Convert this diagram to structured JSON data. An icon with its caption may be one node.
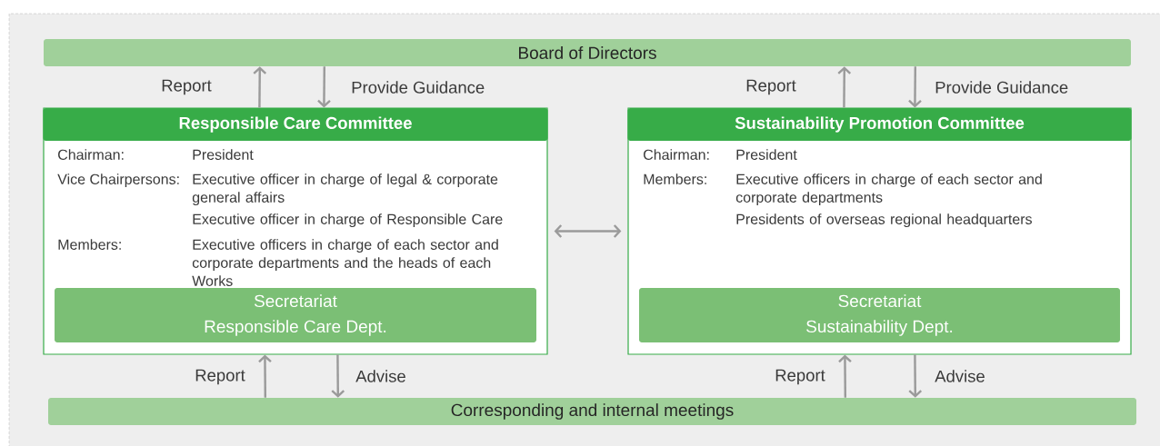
{
  "diagram": {
    "nodes": [
      {
        "text": [
          "Board of Directors"
        ]
      },
      {
        "text": [
          "Responsible Care Committee",
          "Chairman:",
          "President",
          "Vice Chairpersons:",
          "Executive officer in charge of legal & corporate general affairs",
          "Executive officer in charge of Responsible Care",
          "Members:",
          "Executive officers in charge of each sector and corporate departments and the heads of each Works"
        ]
      },
      {
        "text": [
          "Secretariat",
          "Responsible Care Dept."
        ],
        "in": 1
      },
      {
        "text": [
          "Sustainability Promotion Committee",
          "Chairman:",
          "President",
          "Members:",
          "Executive officers in charge of each sector and corporate departments",
          "Presidents of overseas regional headquarters"
        ]
      },
      {
        "text": [
          "Secretariat",
          "Sustainability Dept."
        ],
        "in": 3
      },
      {
        "text": [
          "Corresponding and internal meetings"
        ]
      }
    ],
    "edges": [
      {
        "from": 1,
        "to": 0,
        "arrow": "to",
        "label": "Report"
      },
      {
        "from": 0,
        "to": 1,
        "arrow": "to",
        "label": "Provide Guidance"
      },
      {
        "from": 3,
        "to": 0,
        "arrow": "to",
        "label": "Report"
      },
      {
        "from": 0,
        "to": 3,
        "arrow": "to",
        "label": "Provide Guidance"
      },
      {
        "from": 1,
        "to": 3,
        "arrow": "both"
      },
      {
        "from": 5,
        "to": 1,
        "arrow": "to",
        "label": "Report"
      },
      {
        "from": 1,
        "to": 5,
        "arrow": "to",
        "label": "Advise"
      },
      {
        "from": 5,
        "to": 3,
        "arrow": "to",
        "label": "Report"
      },
      {
        "from": 3,
        "to": 5,
        "arrow": "to",
        "label": "Advise"
      }
    ]
  }
}
